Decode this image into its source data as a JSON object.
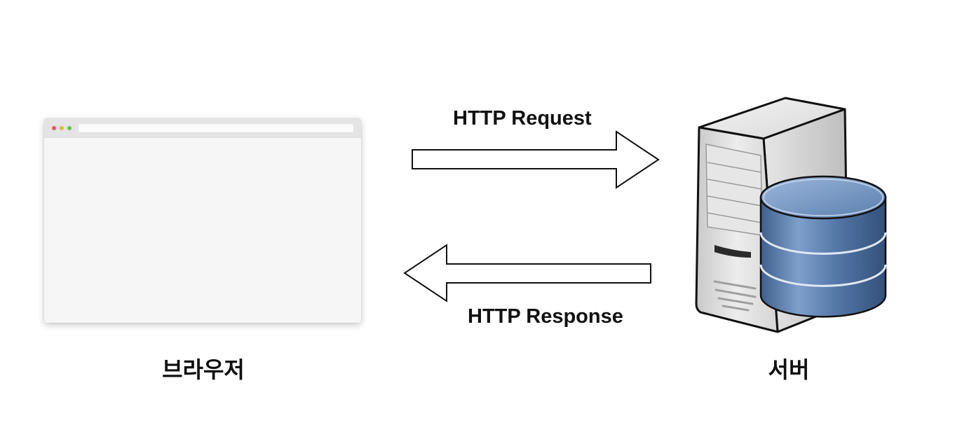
{
  "diagram": {
    "browser": {
      "label": "브라우저"
    },
    "server": {
      "label": "서버"
    },
    "request": {
      "label": "HTTP Request"
    },
    "response": {
      "label": "HTTP Response"
    }
  },
  "colors": {
    "browser_window": "#f6f6f6",
    "browser_titlebar": "#e4e4e4",
    "traffic_red": "#e05a50",
    "traffic_yellow": "#e8b53a",
    "traffic_green": "#6cc04a",
    "arrow_outline": "#111111",
    "database_blue": "#5478a8",
    "server_gray": "#d9d9d9"
  },
  "icons": {
    "browser": "browser-window-icon",
    "server": "server-tower-icon",
    "database": "database-cylinder-icon",
    "request_arrow": "arrow-right-icon",
    "response_arrow": "arrow-left-icon"
  }
}
